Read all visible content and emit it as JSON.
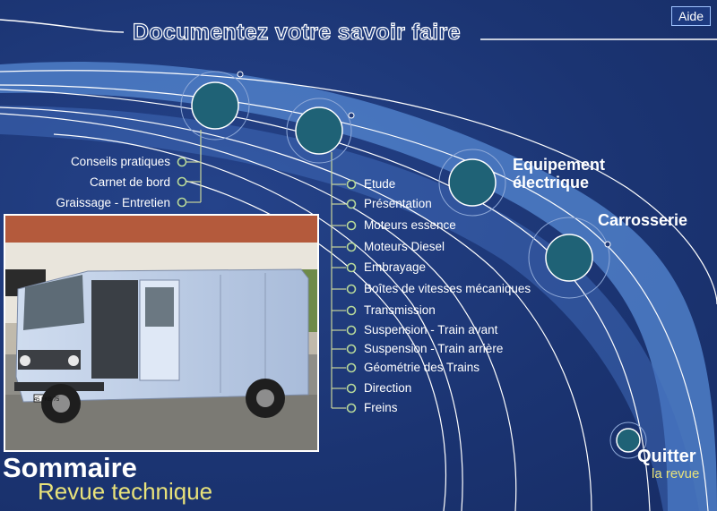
{
  "header": {
    "title": "Documentez votre savoir faire",
    "help_label": "Aide"
  },
  "left_menu": [
    "Conseils pratiques",
    "Carnet de bord",
    "Graissage - Entretien"
  ],
  "mechanics_menu": [
    "Etude",
    "Présentation",
    "Moteurs essence",
    "Moteurs Diesel",
    "Embrayage",
    "Boîtes de vitesses mécaniques",
    "Transmission",
    "Suspension - Train avant",
    "Suspension - Train arrière",
    "Géométrie des Trains",
    "Direction",
    "Freins"
  ],
  "sections": {
    "equipement_line1": "Equipement",
    "equipement_line2": "électrique",
    "carrosserie": "Carrosserie"
  },
  "footer": {
    "sommaire": "Sommaire",
    "revue": "Revue technique",
    "quit_title": "Quitter",
    "quit_sub": "la revue"
  },
  "photo": {
    "plate": "45 FKB 75"
  },
  "colors": {
    "background": "#1d3877",
    "accent_yellow": "#e8e27a",
    "node_fill": "#1f6276",
    "bullet_green": "#b7d99a"
  }
}
